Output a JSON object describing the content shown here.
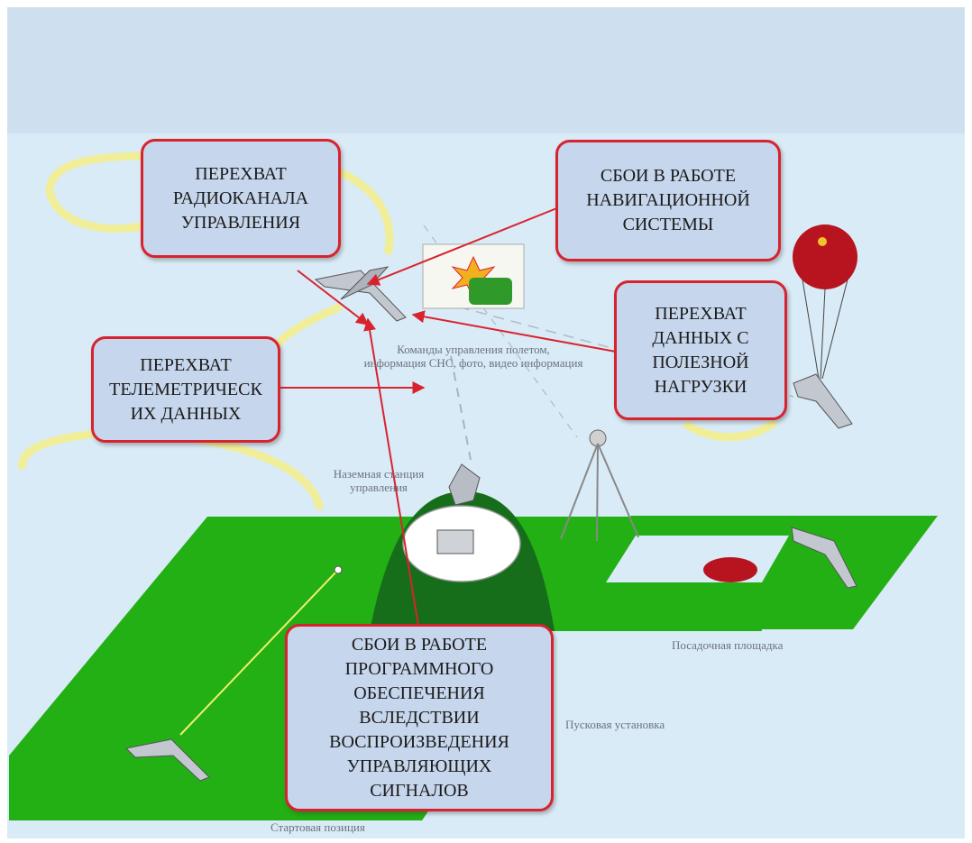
{
  "colors": {
    "background": "#d9ebf6",
    "ground": "#22b014",
    "callout_fill": "#c6d6ec",
    "callout_border": "#d8232f",
    "arrow": "#d8232f",
    "signal": "#f5ef8a"
  },
  "callouts": {
    "radio_channel": "ПЕРЕХВАТ\nРАДИОКАНАЛА\nУПРАВЛЕНИЯ",
    "navigation": "СБОИ В РАБОТЕ\nНАВИГАЦИОННОЙ\nСИСТЕМЫ",
    "payload": "ПЕРЕХВАТ\nДАННЫХ С\nПОЛЕЗНОЙ\nНАГРУЗКИ",
    "telemetry": "ПЕРЕХВАТ\nТЕЛЕМЕТРИЧЕСК\nИХ ДАННЫХ",
    "software": "СБОИ В РАБОТЕ\nПРОГРАММНОГО\nОБЕСПЕЧЕНИЯ\nВСЛЕДСТВИИ\nВОСПРОИЗВЕДЕНИЯ\nУПРАВЛЯЮЩИХ\nСИГНАЛОВ"
  },
  "captions": {
    "commands": "Команды управления полетом,\nинформация СНС, фото, видео информация",
    "ground_station": "Наземная станция\nуправления",
    "landing": "Посадочная площадка",
    "launcher": "Пусковая установка",
    "start": "Стартовая позиция"
  }
}
